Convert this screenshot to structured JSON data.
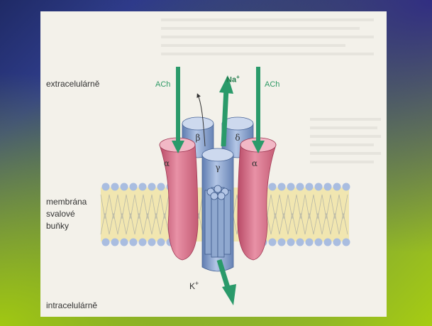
{
  "labels": {
    "extracellular": "extracelulárně",
    "membrane_line1": "membrána",
    "membrane_line2": "svalové",
    "membrane_line3": "buňky",
    "intracellular": "intracelulárně",
    "ach_left": "ACh",
    "ach_right": "ACh",
    "sodium": "Na",
    "sodium_charge": "+",
    "potassium": "K",
    "potassium_charge": "+"
  },
  "subunits": {
    "beta": "β",
    "delta": "δ",
    "gamma": "γ",
    "alpha_left": "α",
    "alpha_right": "α"
  },
  "colors": {
    "alpha_subunit": "#d9788f",
    "other_subunits": "#8fa8cf",
    "arrow": "#2a9a6a",
    "membrane": "#f1e6b0",
    "lipid_head": "#a9bde0"
  }
}
